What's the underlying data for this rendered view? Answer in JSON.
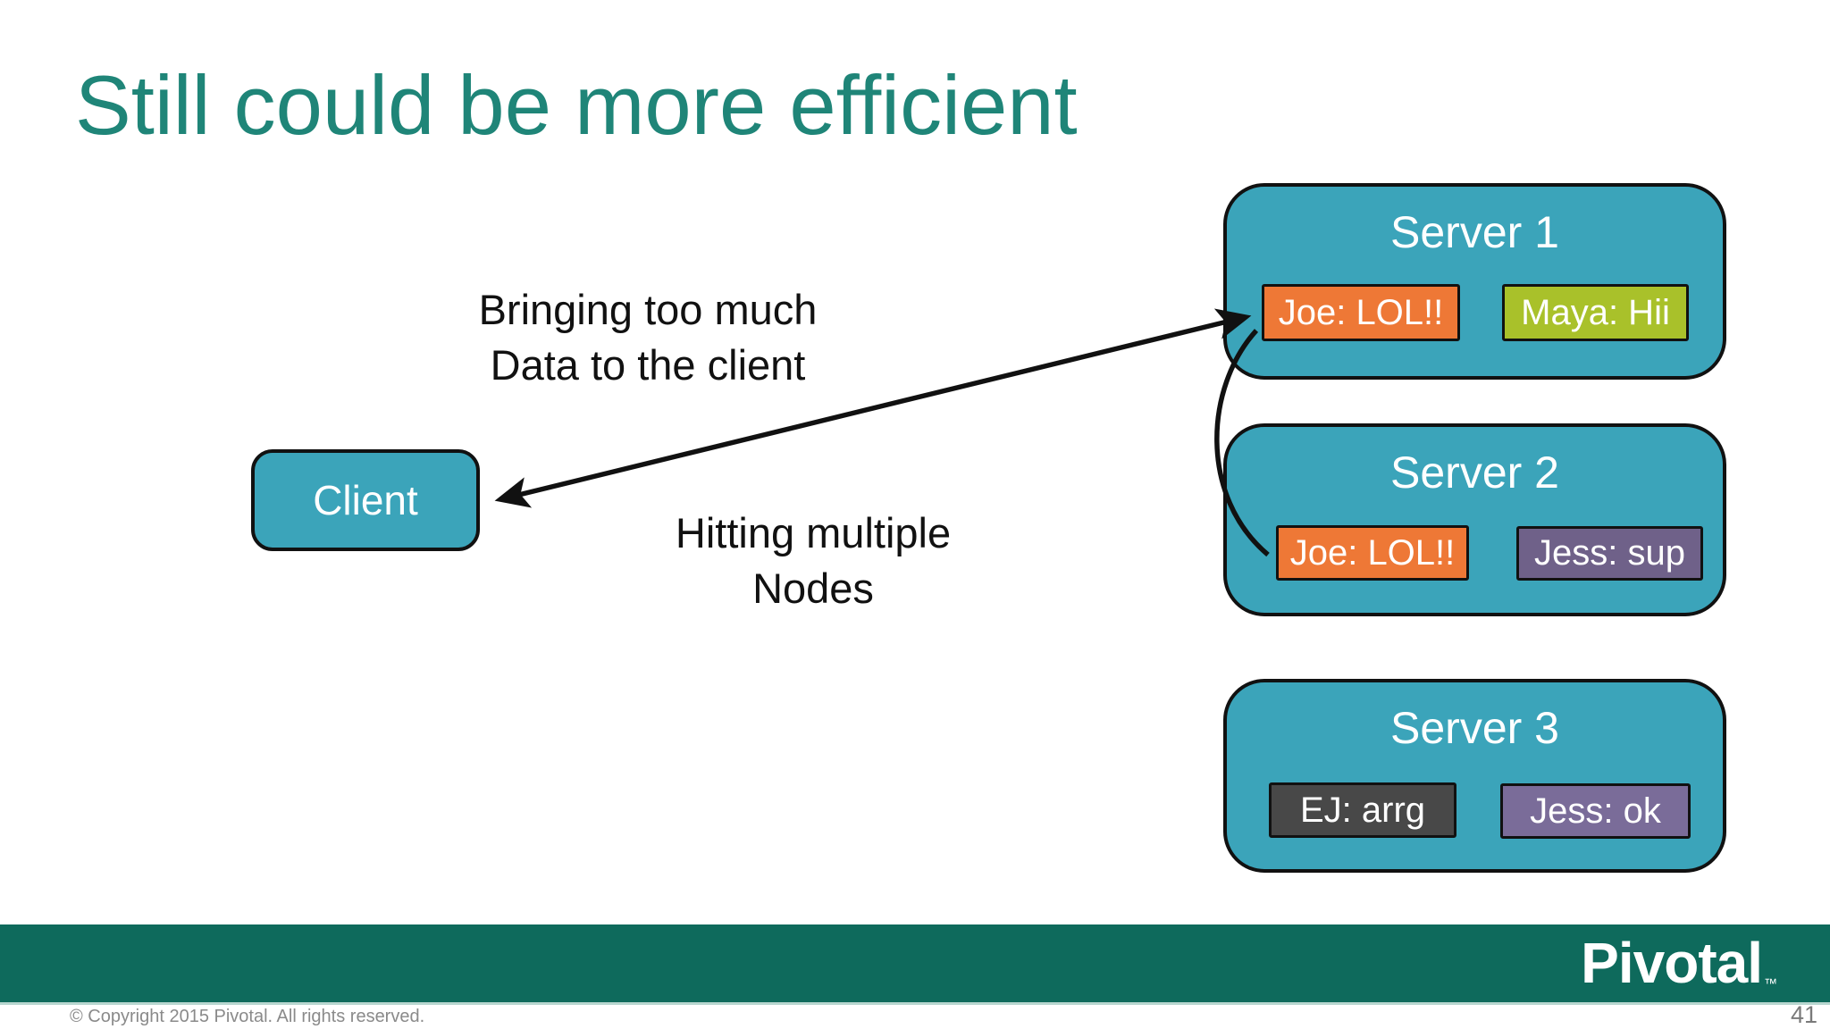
{
  "title": "Still could be more efficient",
  "annotations": {
    "bringing_line1": "Bringing too much",
    "bringing_line2": "Data to the client",
    "hitting_line1": "Hitting multiple",
    "hitting_line2": "Nodes"
  },
  "client": {
    "label": "Client"
  },
  "servers": [
    {
      "name": "Server 1",
      "messages": [
        {
          "text": "Joe: LOL!!",
          "color": "#EE7836"
        },
        {
          "text": "Maya: Hii",
          "color": "#A9C12A"
        }
      ]
    },
    {
      "name": "Server 2",
      "messages": [
        {
          "text": "Joe: LOL!!",
          "color": "#EE7836"
        },
        {
          "text": "Jess: sup",
          "color": "#6F6189"
        }
      ]
    },
    {
      "name": "Server 3",
      "messages": [
        {
          "text": "EJ: arrg",
          "color": "#484848"
        },
        {
          "text": "Jess: ok",
          "color": "#7A6C99"
        }
      ]
    }
  ],
  "colors": {
    "title_teal": "#1F8578",
    "box_teal": "#3BA4BA",
    "footer_green": "#0E6A5C",
    "arrow_black": "#111111"
  },
  "footer": {
    "copyright": "© Copyright 2015 Pivotal. All rights reserved.",
    "brand": "Pivotal",
    "trademark": "™",
    "page_number": "41"
  }
}
